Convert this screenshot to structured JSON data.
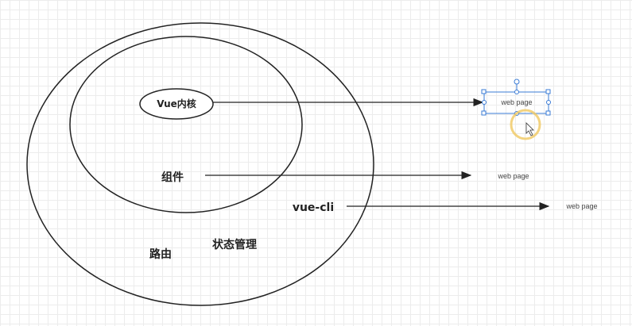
{
  "diagram": {
    "core_label": "Vue内核",
    "component_label": "组件",
    "cli_label": "vue-cli",
    "router_label": "路由",
    "state_label": "状态管理",
    "targets": [
      "web page",
      "web page",
      "web page"
    ],
    "selection_color": "#3a7bd5",
    "cursor_highlight_color": "#f0c860"
  }
}
